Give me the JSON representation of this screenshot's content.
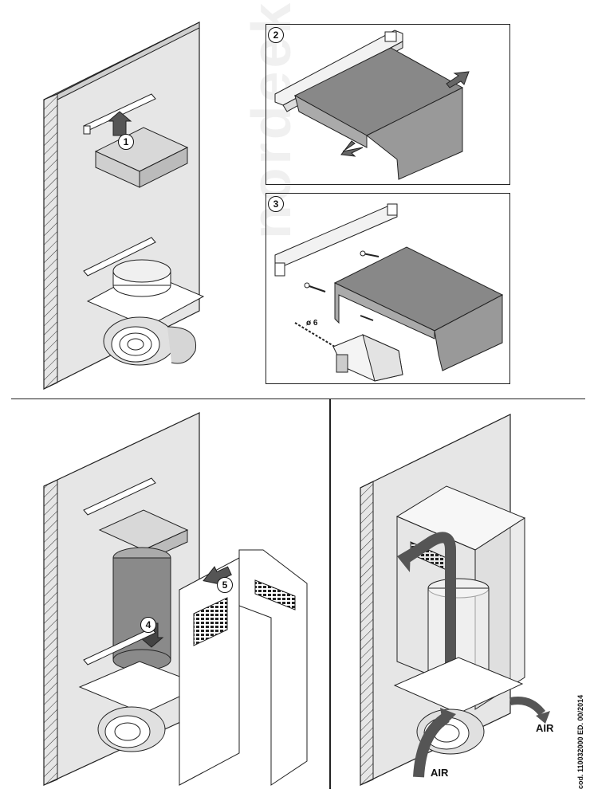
{
  "steps": {
    "one": "1",
    "two": "2",
    "three": "3",
    "four": "4",
    "five": "5"
  },
  "drill_label": "ø 6",
  "air_labels": {
    "right": "AIR",
    "bottom": "AIR"
  },
  "code": "cod. 110032000   ED. 00/2014",
  "watermark": "nordeekitchen",
  "icons": [
    "wall-hatch",
    "mounting-bracket",
    "fan-motor",
    "duct-cylinder",
    "chimney-cover",
    "drill",
    "screw-icon",
    "arrow-icon"
  ]
}
